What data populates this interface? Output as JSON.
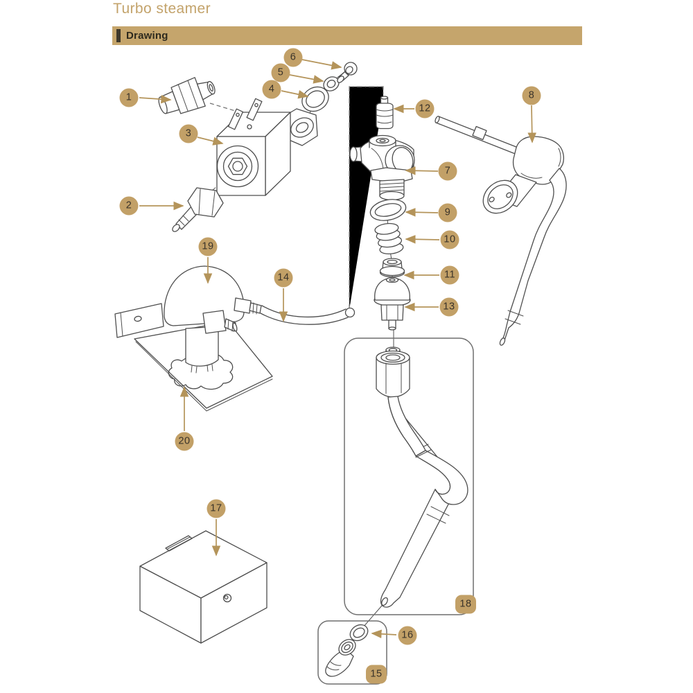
{
  "page": {
    "title": "Turbo steamer"
  },
  "section": {
    "label": "Drawing"
  },
  "colors": {
    "callout_bg": "#c2a067",
    "section_bar_bg": "#c5a56c",
    "leader_arrow": "#b4945a",
    "line_art": "#4d4d4d",
    "title_text": "#c3a36b"
  },
  "callouts": {
    "items": [
      {
        "number": "1"
      },
      {
        "number": "2"
      },
      {
        "number": "3"
      },
      {
        "number": "4"
      },
      {
        "number": "5"
      },
      {
        "number": "6"
      },
      {
        "number": "7"
      },
      {
        "number": "8"
      },
      {
        "number": "9"
      },
      {
        "number": "10"
      },
      {
        "number": "11"
      },
      {
        "number": "12"
      },
      {
        "number": "13"
      },
      {
        "number": "14"
      },
      {
        "number": "15"
      },
      {
        "number": "16"
      },
      {
        "number": "17"
      },
      {
        "number": "18"
      },
      {
        "number": "19"
      },
      {
        "number": "20"
      }
    ]
  }
}
